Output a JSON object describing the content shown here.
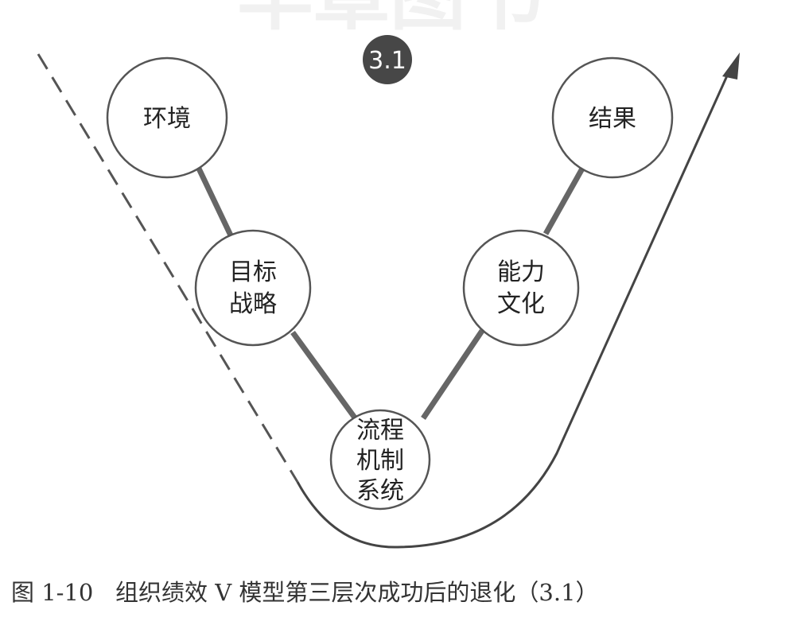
{
  "watermark": "华章图书",
  "badge": "3.1",
  "nodes": {
    "environment": [
      "环境"
    ],
    "goal_strategy": [
      "目标",
      "战略"
    ],
    "process": [
      "流程",
      "机制",
      "系统"
    ],
    "capability_culture": [
      "能力",
      "文化"
    ],
    "result": [
      "结果"
    ]
  },
  "caption": {
    "figure_no": "图 1-10",
    "title": "组织绩效 V 模型第三层次成功后的退化（3.1）"
  },
  "colors": {
    "badge": "#474747",
    "connector": "#666666",
    "circle_stroke": "#555555",
    "curve": "#444444"
  }
}
